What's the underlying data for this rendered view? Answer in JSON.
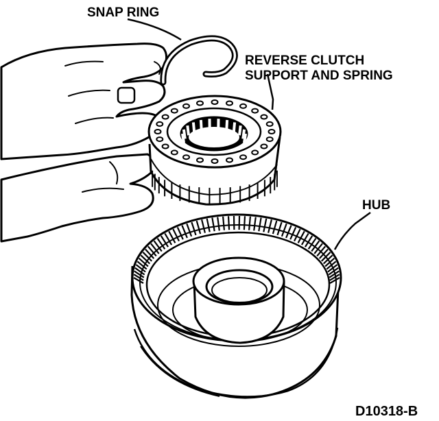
{
  "labels": {
    "snap_ring": "SNAP RING",
    "reverse_clutch_line1": "REVERSE CLUTCH",
    "reverse_clutch_line2": "SUPPORT AND SPRING",
    "hub": "HUB",
    "figure_code": "D10318-B"
  },
  "colors": {
    "ink": "#000000",
    "paper": "#ffffff"
  }
}
